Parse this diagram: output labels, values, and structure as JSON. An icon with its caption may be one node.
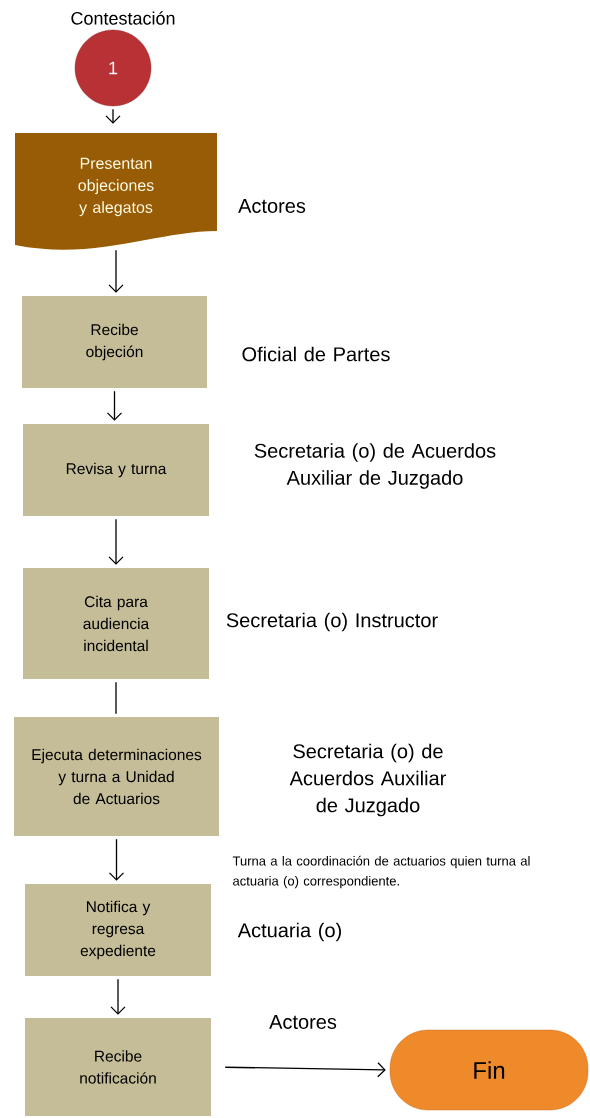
{
  "diagram": {
    "nodes": [
      {
        "text": [
          "1"
        ],
        "beside": [
          "Contestación"
        ]
      },
      {
        "text": [
          "Presentan objeciones y alegatos"
        ],
        "beside": [
          "Actores"
        ]
      },
      {
        "text": [
          "Recibe objeción"
        ],
        "beside": [
          "Oficial de Partes"
        ]
      },
      {
        "text": [
          "Revisa y turna"
        ],
        "beside": [
          "Secretaria (o) de Acuerdos Auxiliar de Juzgado"
        ]
      },
      {
        "text": [
          "Cita para audiencia incidental"
        ],
        "beside": [
          "Secretaria (o) Instructor"
        ]
      },
      {
        "text": [
          "Ejecuta determinaciones y turna a Unidad de Actuarios"
        ],
        "beside": [
          "Secretaria (o) de Acuerdos Auxiliar de Juzgado"
        ]
      },
      {
        "text": [
          "Notifica y regresa expediente"
        ],
        "beside": [
          "Actuaria (o)"
        ]
      },
      {
        "text": [
          "Recibe notificación"
        ],
        "beside": [
          "Actores"
        ]
      },
      {
        "text": [
          "Fin"
        ]
      }
    ],
    "edges": [
      {
        "from": 0,
        "to": 1,
        "arrow": "to"
      },
      {
        "from": 1,
        "to": 2,
        "arrow": "to"
      },
      {
        "from": 2,
        "to": 3,
        "arrow": "to"
      },
      {
        "from": 3,
        "to": 4,
        "arrow": "to"
      },
      {
        "from": 4,
        "to": 5,
        "arrow": "none"
      },
      {
        "from": 5,
        "to": 6,
        "arrow": "to"
      },
      {
        "from": 6,
        "to": 7,
        "arrow": "to"
      },
      {
        "from": 7,
        "to": 8,
        "arrow": "to"
      }
    ],
    "labels": [
      "Turna a la coordinación de actuarios quien turna al actuaria (o) correspondiente."
    ]
  }
}
